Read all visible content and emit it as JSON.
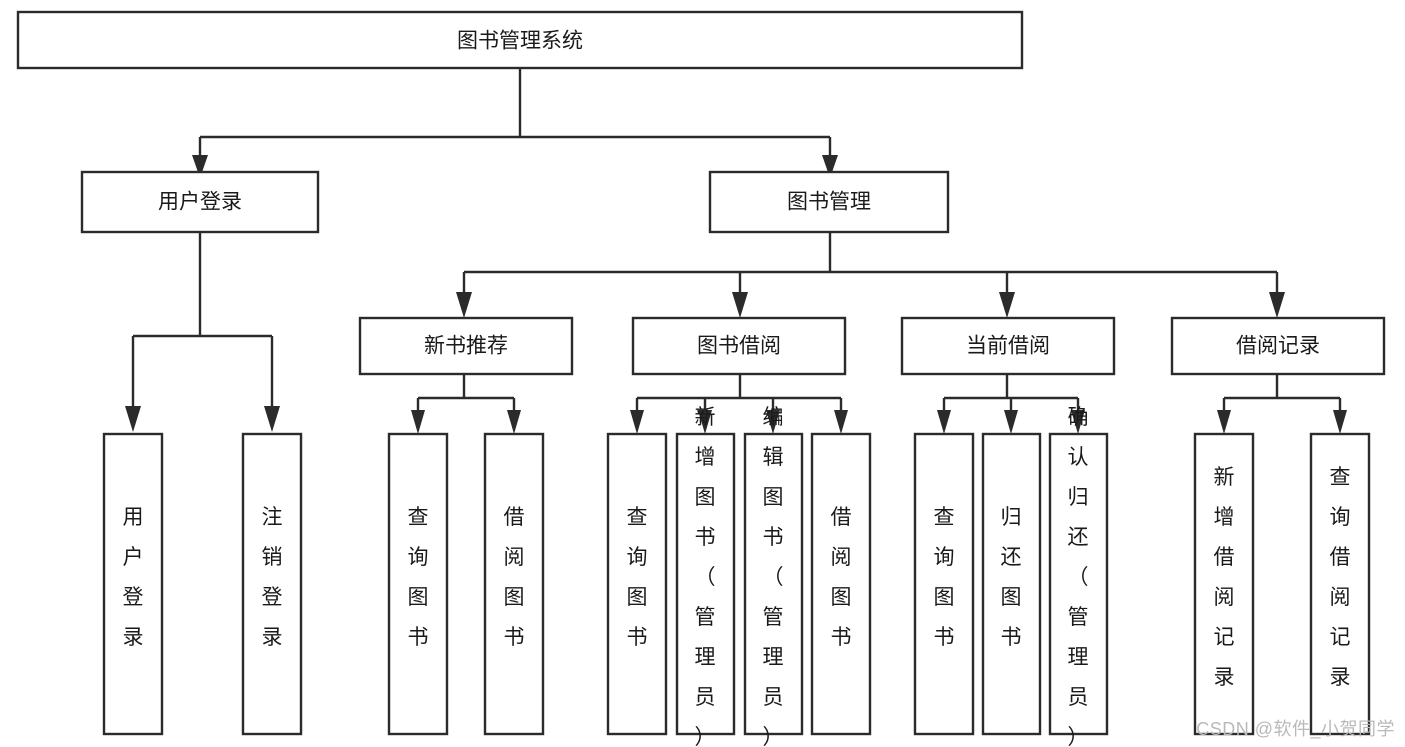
{
  "diagram": {
    "title_node": {
      "label": "图书管理系统"
    },
    "level2": [
      {
        "id": "user-login",
        "label": "用户登录"
      },
      {
        "id": "book-management",
        "label": "图书管理"
      }
    ],
    "level3": [
      {
        "id": "new-book-recommend",
        "label": "新书推荐"
      },
      {
        "id": "book-borrow",
        "label": "图书借阅"
      },
      {
        "id": "current-borrow",
        "label": "当前借阅"
      },
      {
        "id": "borrow-record",
        "label": "借阅记录"
      }
    ],
    "leaves": {
      "user_login": [
        {
          "id": "leaf-user-login",
          "label": "用户登录"
        },
        {
          "id": "leaf-logout-login",
          "label": "注销登录"
        }
      ],
      "new_book_recommend": [
        {
          "id": "leaf-query-book-1",
          "label": "查询图书"
        },
        {
          "id": "leaf-borrow-book-1",
          "label": "借阅图书"
        }
      ],
      "book_borrow": [
        {
          "id": "leaf-query-book-2",
          "label": "查询图书"
        },
        {
          "id": "leaf-add-book",
          "label": "新增图书（管理员）"
        },
        {
          "id": "leaf-edit-book",
          "label": "编辑图书（管理员）"
        },
        {
          "id": "leaf-borrow-book-2",
          "label": "借阅图书"
        }
      ],
      "current_borrow": [
        {
          "id": "leaf-query-book-3",
          "label": "查询图书"
        },
        {
          "id": "leaf-return-book",
          "label": "归还图书"
        },
        {
          "id": "leaf-confirm-return",
          "label": "确认归还（管理员）"
        }
      ],
      "borrow_record": [
        {
          "id": "leaf-add-record",
          "label": "新增借阅记录"
        },
        {
          "id": "leaf-query-record",
          "label": "查询借阅记录"
        }
      ]
    },
    "colors": {
      "stroke": "#2b2b2b",
      "fill": "#ffffff",
      "text": "#1a1a1a",
      "watermark": "#b9b9b9"
    }
  },
  "watermark": {
    "text": "CSDN @软件_小贺同学"
  }
}
